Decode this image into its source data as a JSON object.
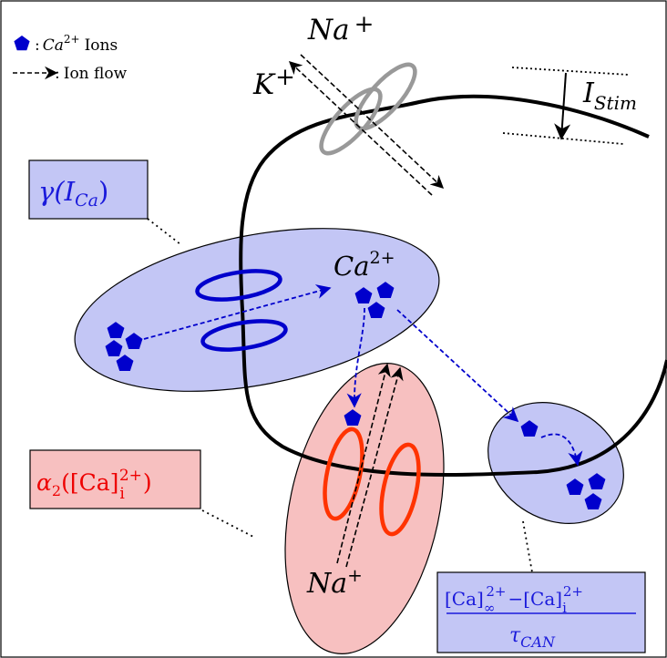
{
  "legend": {
    "ion_symbol_label": "Ca",
    "ion_symbol_sup": "2+",
    "ion_label": "Ions",
    "flow_label": "Ion flow",
    "separator": ":"
  },
  "channel_top": {
    "na_label": "Na",
    "na_charge": "+",
    "k_label": "K",
    "k_charge": "+"
  },
  "stim": {
    "label_main": "I",
    "label_sub": "Stim"
  },
  "gamma_box": {
    "func": "γ(",
    "var": "I",
    "sub": "Ca",
    "close": ")"
  },
  "calcium_label": {
    "main": "Ca",
    "sup": "2+"
  },
  "alpha_box": {
    "func": "α",
    "func_sub": "2",
    "open": "([Ca]",
    "sub": "i",
    "sup": "2+",
    "close": ")"
  },
  "na_bottom": {
    "label": "Na",
    "charge": "+"
  },
  "tau_box": {
    "num_a": "[Ca]",
    "num_a_sub": "∞",
    "num_a_sup": "2+",
    "minus": "−",
    "num_b": "[Ca]",
    "num_b_sub": "i",
    "num_b_sup": "2+",
    "den": "τ",
    "den_sub": "CAN"
  },
  "colors": {
    "blue_ion": "#0000cc",
    "blue_fill": "#c3c6f5",
    "blue_text": "#1a1adb",
    "red_fill": "#f7c0c0",
    "red_ring": "#ff3300",
    "red_text": "#ee0000",
    "membrane": "#000000",
    "channel_gray": "#999999"
  }
}
